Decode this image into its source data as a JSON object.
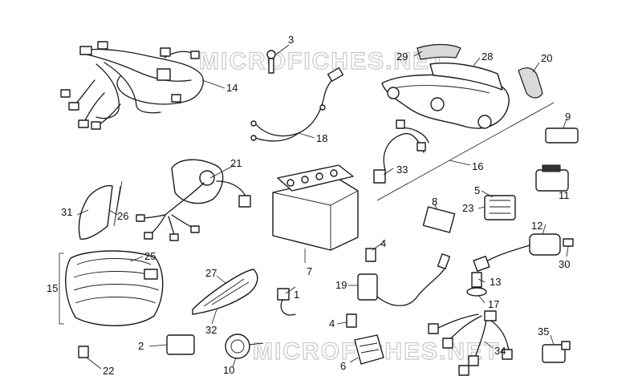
{
  "watermark": "MICROFICHES.NET",
  "labels": {
    "p1": "1",
    "p2": "2",
    "p3": "3",
    "p4a": "4",
    "p4b": "4",
    "p5": "5",
    "p6": "6",
    "p7": "7",
    "p8": "8",
    "p9": "9",
    "p10": "10",
    "p11": "11",
    "p12": "12",
    "p13": "13",
    "p14": "14",
    "p15": "15",
    "p16": "16",
    "p17": "17",
    "p18": "18",
    "p19": "19",
    "p20": "20",
    "p21": "21",
    "p22": "22",
    "p23": "23",
    "p25": "25",
    "p26": "26",
    "p27": "27",
    "p28": "28",
    "p29": "29",
    "p30": "30",
    "p31": "31",
    "p32": "32",
    "p33": "33",
    "p34": "34",
    "p35": "35"
  }
}
